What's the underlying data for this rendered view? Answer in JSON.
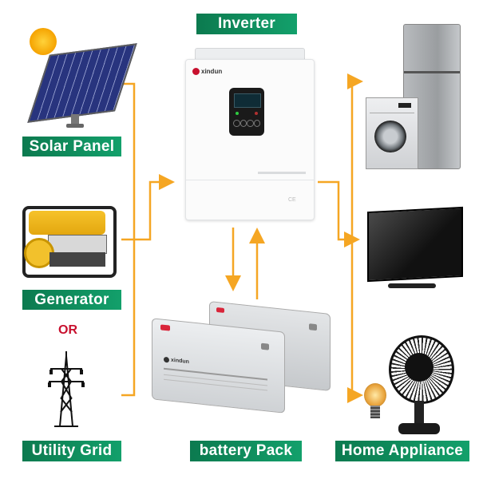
{
  "title": "Inverter",
  "colors": {
    "label_bg": "#0f8a5c",
    "connector": "#f5a623",
    "or_text": "#c8102e"
  },
  "sources": [
    {
      "label": "Solar Panel",
      "icon": "solar-panel-icon"
    },
    {
      "label": "Generator",
      "icon": "generator-icon"
    },
    {
      "label": "Utility Grid",
      "icon": "power-tower-icon"
    }
  ],
  "or_text": "OR",
  "inverter": {
    "label": "Inverter",
    "brand": "xindun",
    "icon": "inverter-icon"
  },
  "battery": {
    "label": "battery Pack",
    "brand": "xindun",
    "icon": "battery-icon"
  },
  "loads": {
    "label": "Home Appliance",
    "items": [
      {
        "name": "refrigerator",
        "icon": "refrigerator-icon"
      },
      {
        "name": "washing machine",
        "icon": "washing-machine-icon"
      },
      {
        "name": "television",
        "icon": "tv-icon"
      },
      {
        "name": "fan",
        "icon": "fan-icon"
      },
      {
        "name": "light bulb",
        "icon": "light-bulb-icon"
      }
    ]
  }
}
